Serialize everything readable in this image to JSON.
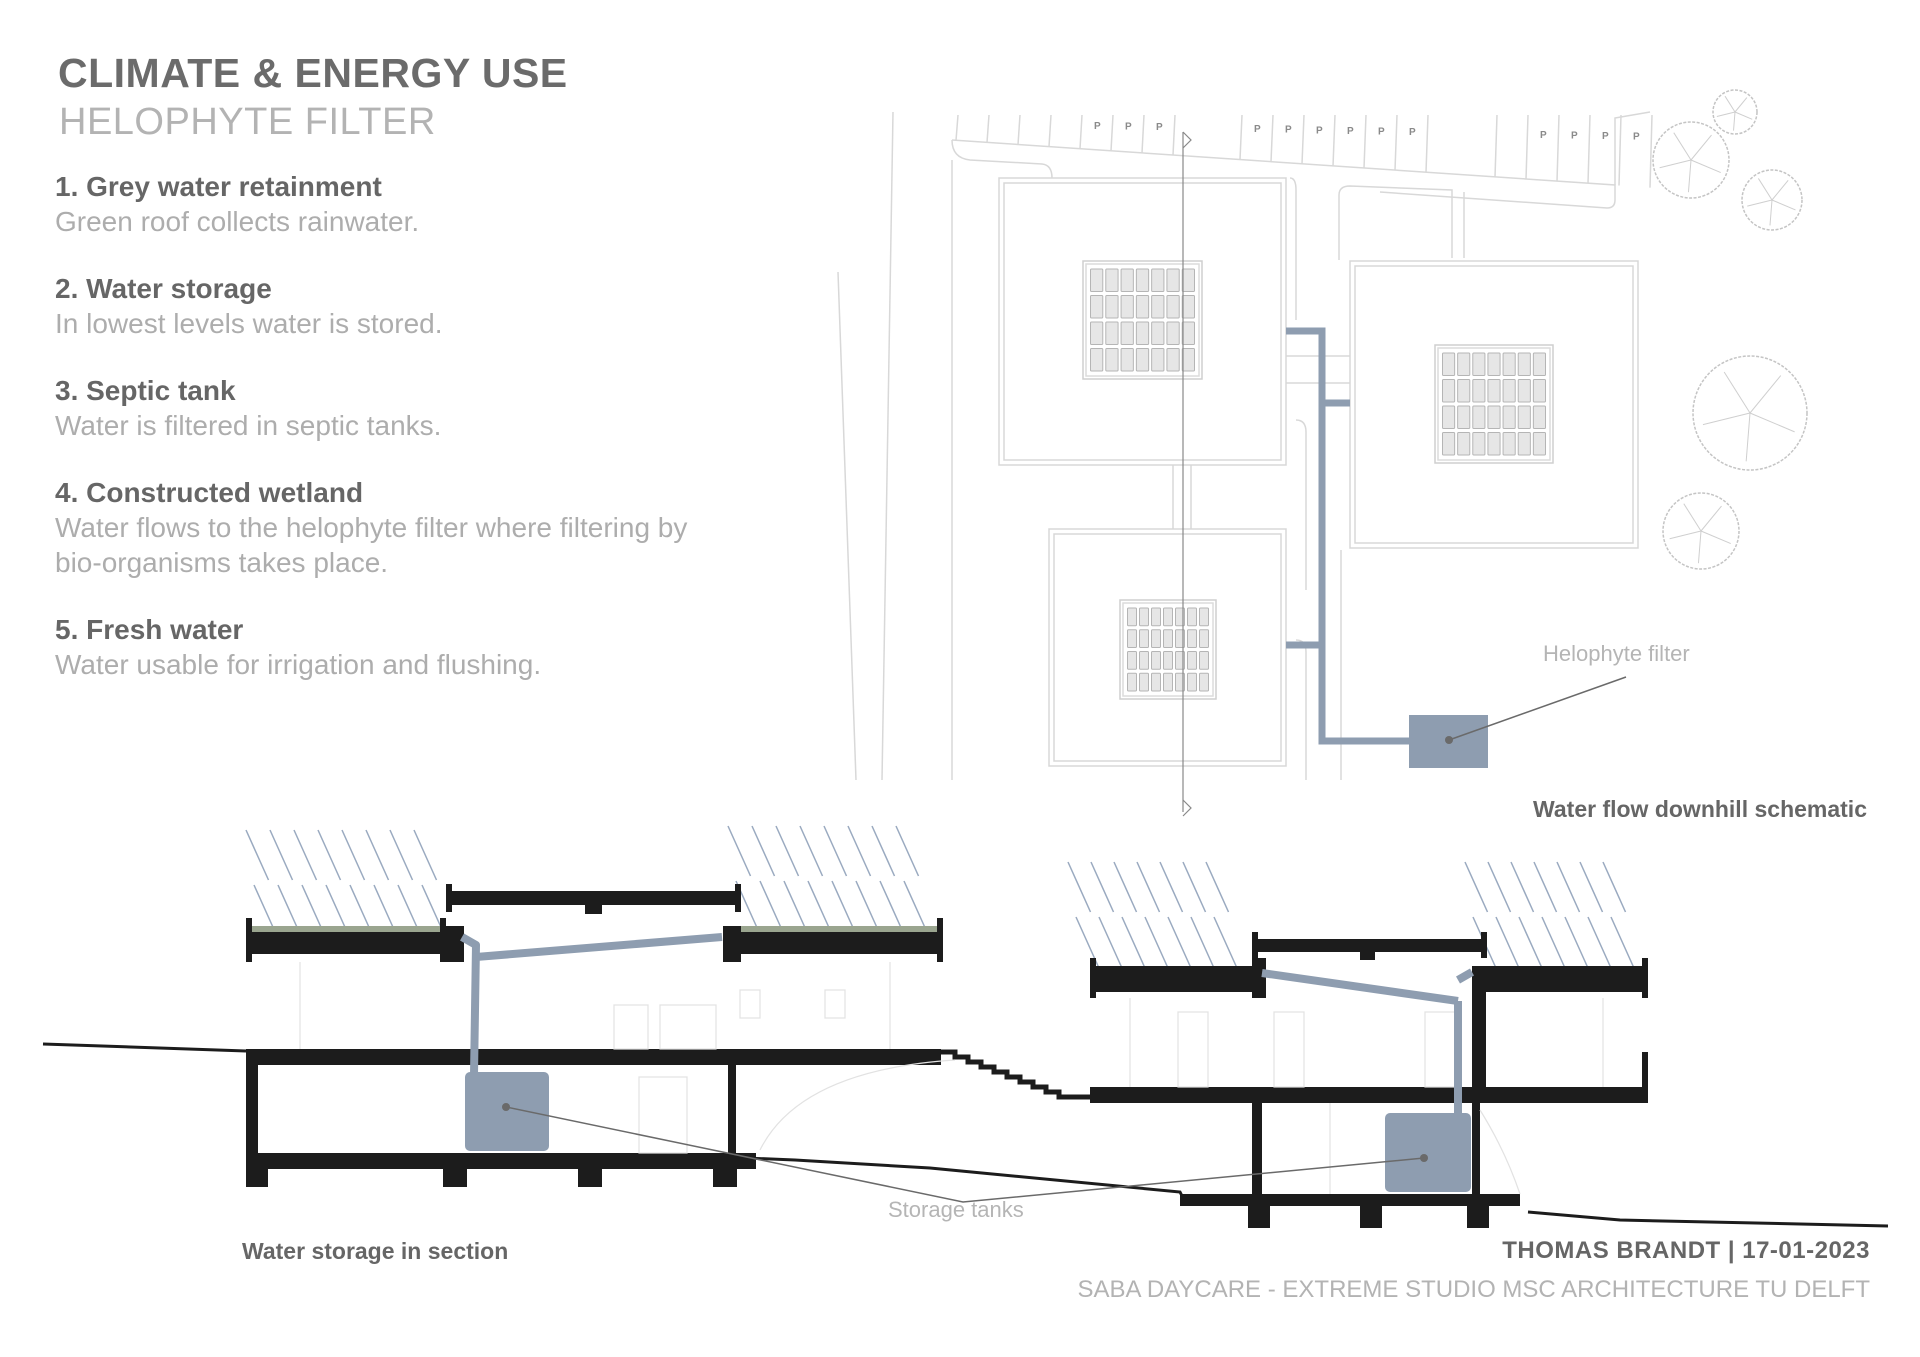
{
  "header": {
    "title": "CLIMATE & ENERGY USE",
    "subtitle": "HELOPHYTE FILTER"
  },
  "steps": [
    {
      "heading": "1. Grey water retainment",
      "description": "Green roof collects rainwater."
    },
    {
      "heading": "2. Water storage",
      "description": "In lowest levels water is stored."
    },
    {
      "heading": "3. Septic tank",
      "description": "Water is filtered in septic tanks."
    },
    {
      "heading": "4. Constructed wetland",
      "description": "Water flows to the helophyte filter where filtering by bio-organisms takes place."
    },
    {
      "heading": "5. Fresh water",
      "description": "Water usable for irrigation and flushing."
    }
  ],
  "plan": {
    "caption": "Water flow downhill schematic",
    "filter_label": "Helophyte filter",
    "parking_symbol": "P",
    "parking_group_counts": [
      3,
      6,
      4
    ]
  },
  "section": {
    "caption": "Water storage in section",
    "tanks_label": "Storage tanks"
  },
  "footer": {
    "author_date": "THOMAS BRANDT | 17-01-2023",
    "project": "SABA DAYCARE - EXTREME STUDIO MSC ARCHITECTURE TU DELFT"
  },
  "colors": {
    "text_dark": "#666666",
    "text_light": "#b0b0b0",
    "water_pipe": "#8e9db0",
    "structure": "#1c1c1c",
    "green_roof": "#9aa58f",
    "rain": "#9aaac0",
    "plan_lines": "#d6d6d6"
  }
}
